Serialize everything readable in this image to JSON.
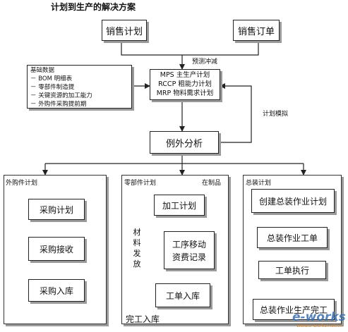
{
  "title": "计划到生产的解决方案",
  "top": {
    "sales_plan": "销售计划",
    "sales_order": "销售订单",
    "forecast_offset": "预测冲减"
  },
  "basic_data": {
    "title": "基础数据",
    "items": [
      "－ BOM 明细表",
      "－ 零部件制造提",
      "－ 关键资源的加工能力",
      "－ 外购件采购提前期"
    ]
  },
  "planning": {
    "lines": [
      "MPS 主生产计划",
      "RCCP 粗能力计划",
      "MRP 物料需求计划"
    ]
  },
  "plan_simulation": "计划模拟",
  "exception_analysis": "例外分析",
  "outsourced": {
    "label": "外购件计划",
    "steps": [
      "采购计划",
      "采购接收",
      "采购入库"
    ]
  },
  "parts": {
    "label": "零部件计划",
    "wip": "在制品",
    "steps": [
      "加工计划",
      "工序移动",
      "资费记录",
      "工单入库"
    ],
    "material_issue": [
      "材",
      "料",
      "发",
      "放"
    ],
    "completion": "完工入库"
  },
  "assembly": {
    "label": "总装计划",
    "steps": [
      "创建总装作业计划",
      "总装作业工单",
      "工单执行",
      "总装作业生产完工"
    ]
  },
  "watermark": {
    "text": "e-works",
    "sub": "www.e-works.net.cn"
  },
  "colors": {
    "line": "#222222",
    "shadow": "#9a9a9a",
    "watermark_blue": "#3a6fb0",
    "watermark_orange": "#e0821e"
  }
}
